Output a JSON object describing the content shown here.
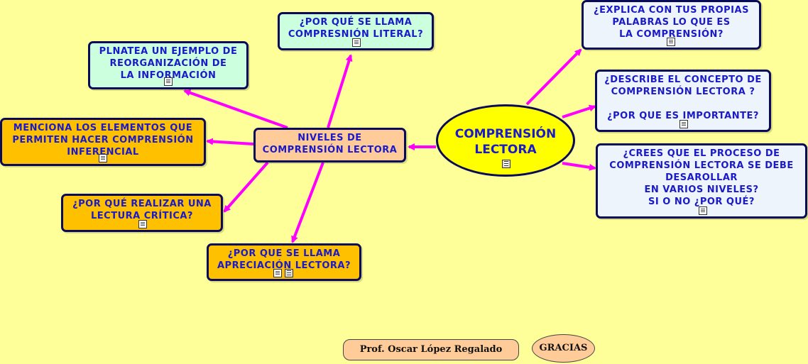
{
  "center": {
    "label": "COMPRENSIÓN\nLECTORA",
    "icon": "film-icon"
  },
  "hub": {
    "label": "NIVELES DE\nCOMPRENSIÓN LECTORA"
  },
  "nodes": {
    "literal": {
      "label": "¿POR QUÉ SE LLAMA\nCOMPRESNIÓN LITERAL?",
      "icon": "document-icon"
    },
    "reorganizacion": {
      "label": "PLNATEA UN EJEMPLO DE\nREORGANIZACIÓN DE\nLA INFORMACIÓN",
      "icon": "document-icon"
    },
    "inferencial": {
      "label": "MENCIONA LOS ELEMENTOS QUE\nPERMITEN HACER COMPRENSIÓN\nINFERENCIAL",
      "icon": "document-icon"
    },
    "critica": {
      "label": "¿POR QUÉ REALIZAR UNA\nLECTURA CRÍTICA?",
      "icon": "document-icon"
    },
    "apreciacion": {
      "label": "¿POR QUE SE LLAMA\nAPRECIACIÓN LECTORA?",
      "icon": "document-icon"
    },
    "explica": {
      "label": "¿EXPLICA CON TUS PROPIAS\nPALABRAS LO QUE ES\nLA COMPRENSIÓN?",
      "icon": "document-icon"
    },
    "describe": {
      "label": "¿DESCRIBE EL CONCEPTO DE\nCOMPRENSIÓN LECTORA ?\n\n¿POR QUE ES IMPORTANTE?",
      "icon": "document-icon"
    },
    "niveles": {
      "label": "¿CREES QUE EL PROCESO DE\nCOMPRENSIÓN  LECTORA SE DEBE\nDESAROLLAR\nEN VARIOS NIVELES?\nSI O NO  ¿POR QUÉ?",
      "icon": "document-icon"
    }
  },
  "footer": {
    "author": "Prof. Oscar López Regalado",
    "thanks": "GRACIAS"
  },
  "colors": {
    "background": "#ffff99",
    "link": "#ff00ff",
    "text": "#1a1ac8"
  }
}
